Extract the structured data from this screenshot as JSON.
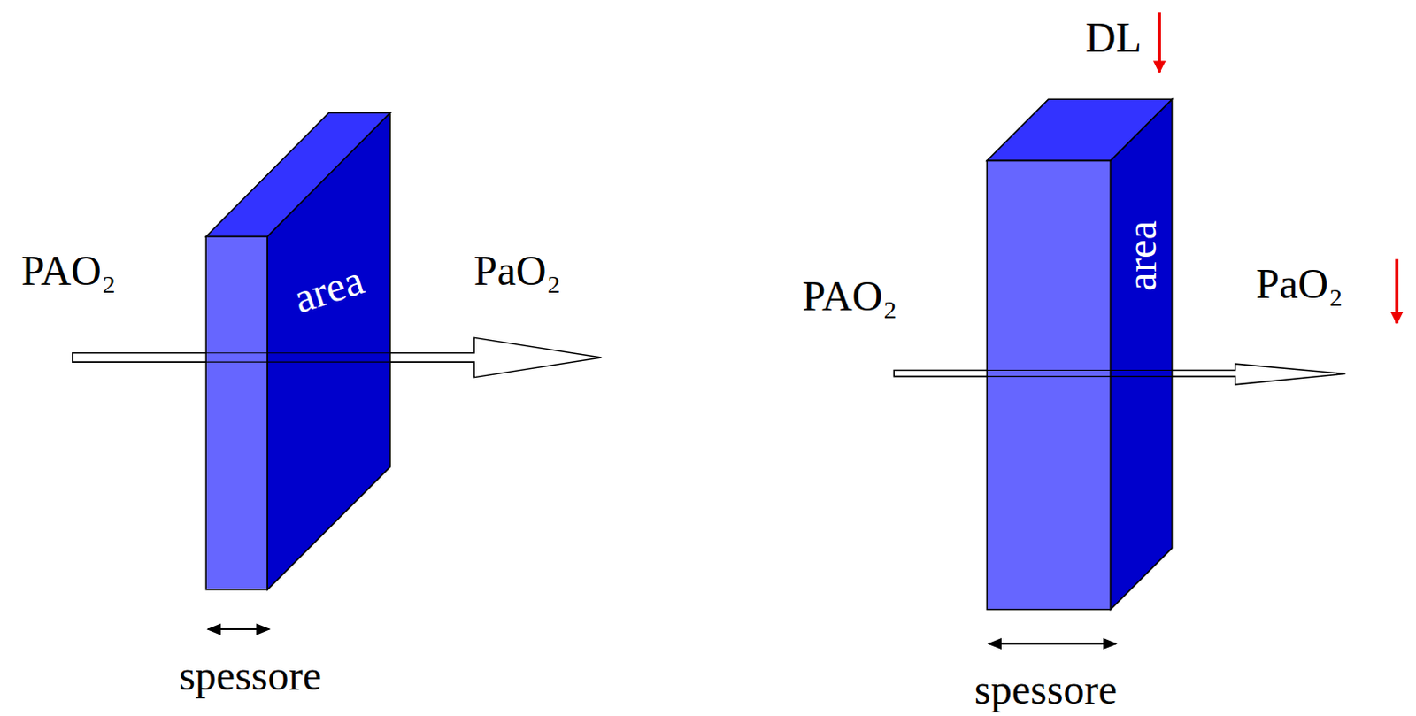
{
  "diagram": {
    "nodes": [
      {
        "text": [
          "area"
        ]
      },
      {
        "text": [
          "area"
        ]
      }
    ],
    "labels": [
      "PAO₂",
      "PaO₂",
      "spessore",
      "DL",
      "PAO₂",
      "PaO₂",
      "spessore"
    ]
  }
}
